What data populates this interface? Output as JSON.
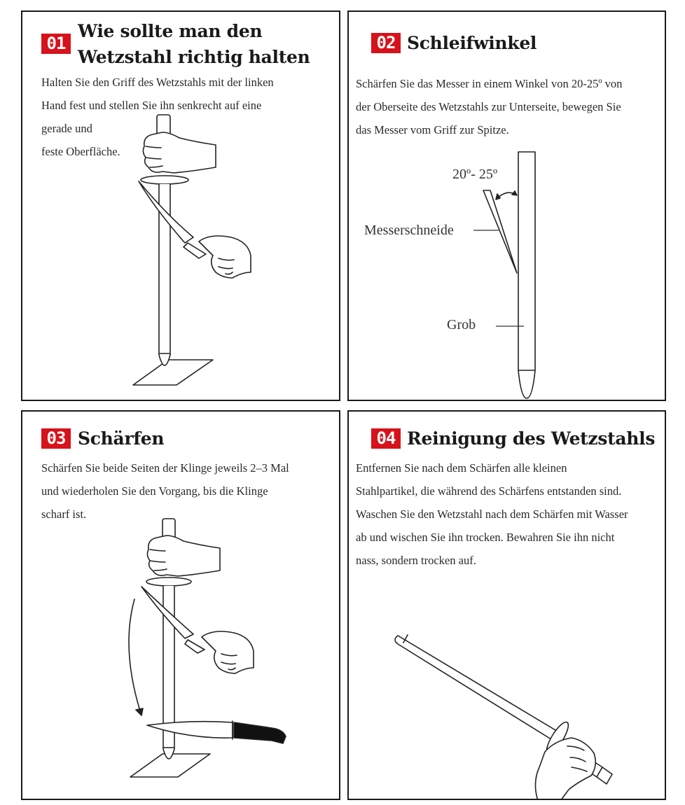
{
  "panels": [
    {
      "number": "01",
      "title_lines": [
        "Wie sollte man den",
        "Wetzstahl richtig halten"
      ],
      "text_lines": [
        "Halten Sie den Griff des Wetzstahls mit der linken",
        "Hand fest und stellen Sie ihn senkrecht auf eine",
        "gerade und",
        "feste Oberfläche."
      ]
    },
    {
      "number": "02",
      "title": "Schleifwinkel",
      "text_lines": [
        "Schärfen Sie das Messer in einem Winkel von 20-25º von",
        "der Oberseite des Wetzstahls zur Unterseite, bewegen Sie",
        "das Messer vom Griff zur Spitze."
      ],
      "labels": {
        "angle": "20º- 25º",
        "edge": "Messerschneide",
        "coarse": "Grob"
      }
    },
    {
      "number": "03",
      "title": "Schärfen",
      "text_lines": [
        "Schärfen Sie beide Seiten der Klinge jeweils 2–3 Mal",
        "und wiederholen Sie den Vorgang, bis die Klinge",
        "scharf ist."
      ]
    },
    {
      "number": "04",
      "title": "Reinigung des Wetzstahls",
      "text_lines": [
        "Entfernen Sie nach dem Schärfen alle kleinen",
        "Stahlpartikel, die während des Schärfens entstanden sind.",
        "Waschen Sie den Wetzstahl nach dem Schärfen mit Wasser",
        "ab und wischen Sie ihn trocken. Bewahren Sie ihn nicht",
        "nass, sondern trocken auf."
      ]
    }
  ],
  "colors": {
    "badge": "#d7121b",
    "border": "#1a1a1a",
    "ink": "#222222"
  }
}
